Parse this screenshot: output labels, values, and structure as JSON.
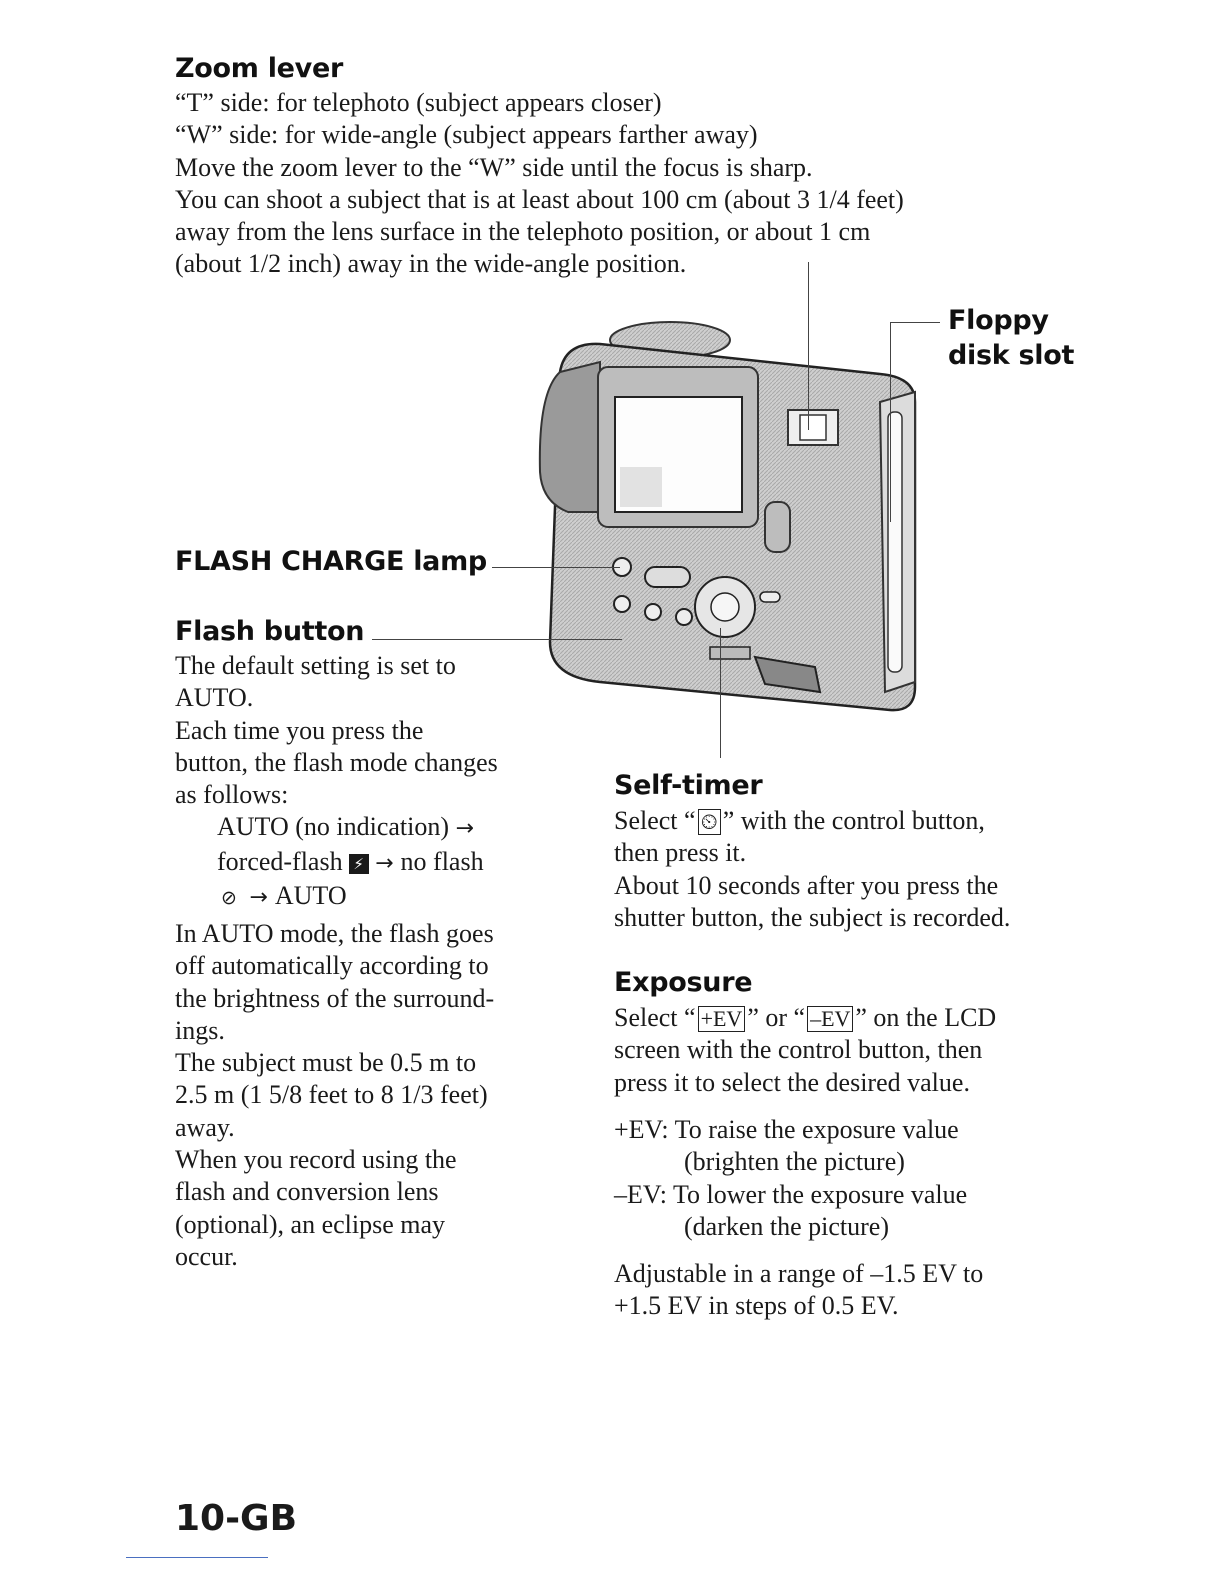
{
  "zoom": {
    "heading": "Zoom lever",
    "lines": [
      "“T” side:  for telephoto (subject appears closer)",
      "“W” side: for wide-angle (subject appears farther away)",
      "Move the zoom lever to the “W” side until the focus is sharp.",
      "You can shoot a subject that is at least about 100 cm (about 3 1/4 feet)",
      "away from the lens surface in the telephoto position, or  about 1 cm",
      "(about 1/2 inch) away in the wide-angle position."
    ]
  },
  "floppy": {
    "line1": "Floppy",
    "line2": "disk slot"
  },
  "flash_charge": {
    "heading": "FLASH CHARGE lamp"
  },
  "flash_button": {
    "heading": "Flash button",
    "lines": [
      "The default setting is set to",
      "AUTO.",
      "Each time you press the",
      "button, the flash mode changes",
      "as follows:"
    ],
    "seq1": "AUTO (no indication)",
    "seq2": "forced-flash",
    "seq2b": "no flash",
    "seq3": "AUTO",
    "icon_forced_flash": "lightning-icon",
    "icon_no_flash": "no-flash-icon",
    "lines2": [
      "In AUTO mode, the flash goes",
      "off automatically according to",
      "the brightness of the surround-",
      "ings.",
      "The subject must be 0.5 m to",
      "2.5 m (1 5/8 feet to 8 1/3  feet)",
      "away.",
      "When you record using the",
      "flash and conversion lens",
      "(optional), an eclipse may",
      "occur."
    ]
  },
  "self_timer": {
    "heading": "Self-timer",
    "line1_pre": "Select “",
    "line1_post": "” with the control button,",
    "icon": "self-timer-icon",
    "lines": [
      "then press it.",
      "About 10 seconds after you press the",
      "shutter button, the subject is recorded."
    ]
  },
  "exposure": {
    "heading": "Exposure",
    "line1_pre": "Select “",
    "box_plus": "+EV",
    "line1_mid": "” or “",
    "box_minus": "–EV",
    "line1_post": "” on the LCD",
    "lines": [
      "screen with the control button, then",
      "press it to select the desired value."
    ],
    "plus_line1": "+EV: To raise the exposure value",
    "plus_line2": "(brighten the picture)",
    "minus_line1": "–EV: To lower the exposure value",
    "minus_line2": "(darken the picture)",
    "range_lines": [
      "Adjustable in a range of –1.5 EV to",
      "+1.5 EV in steps of 0.5 EV."
    ]
  },
  "page_number": "10-GB"
}
